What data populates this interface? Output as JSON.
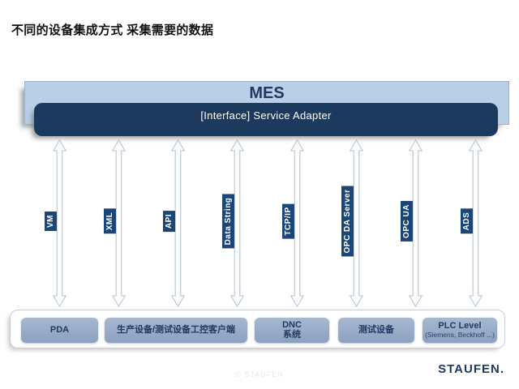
{
  "page": {
    "title": "不同的设备集成方式 采集需要的数据",
    "watermark": "© STAUFEN",
    "logo": "STAUFEN."
  },
  "mes": {
    "title": "MES",
    "adapter_label": "[Interface] Service Adapter"
  },
  "protocols": [
    "VM",
    "XML",
    "API",
    "Data String",
    "TCP/IP",
    "OPC DA Server",
    "OPC UA",
    "ADS"
  ],
  "devices": [
    {
      "label": "PDA"
    },
    {
      "label": "生产设备/测试设备工控客户端"
    },
    {
      "label": "DNC\n系统"
    },
    {
      "label": "测试设备"
    },
    {
      "label": "PLC Level",
      "note": "(Siemens, Beckhoff ...)"
    }
  ],
  "colors": {
    "mes_box": "#b9cfe8",
    "adapter_bar": "#1c3a5e",
    "protocol_label_bg": "#1b4677",
    "device_box": "#93a9c6",
    "logo_text": "#1d3a5e"
  }
}
